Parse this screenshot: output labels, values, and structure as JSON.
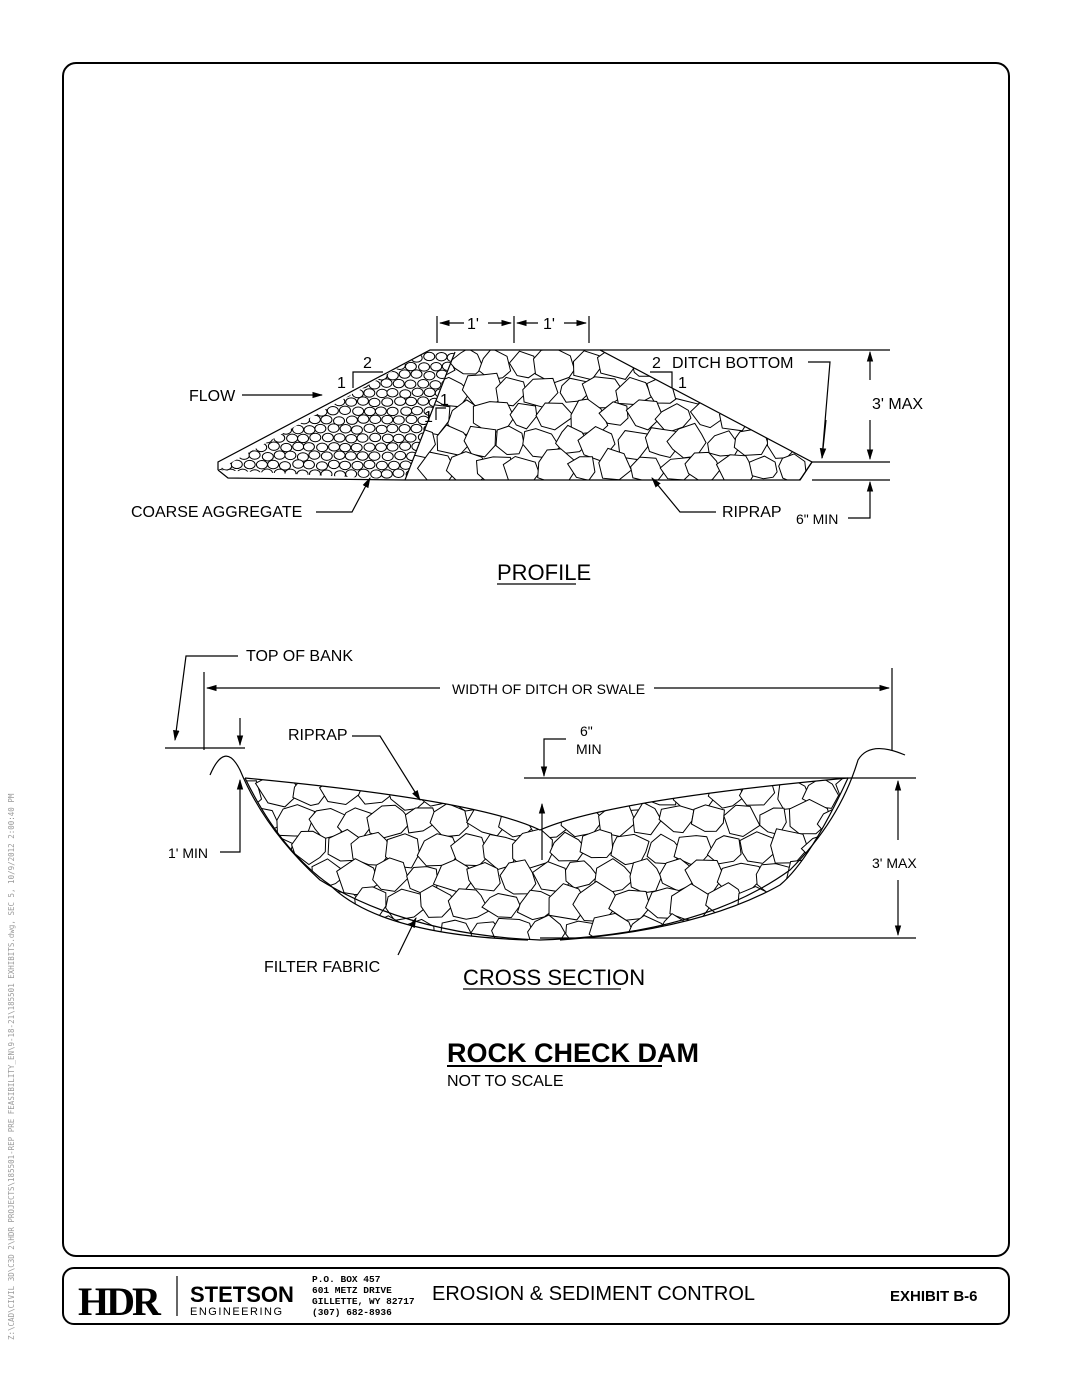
{
  "sidebar_path": "Z:\\CAD\\CIVIL 3D\\C3D 2\\HDR PROJECTS\\185501-REP PRE FEASIBILITY_EN\\9-18-21\\185501 EXHIBITS.dwg, SEC 5, 10/9/2012 2:00:40 PM",
  "profile": {
    "dim_left": "1'",
    "dim_right": "1'",
    "slope_left_run": "2",
    "slope_left_rise": "1",
    "slope_inner": "1",
    "slope_inner_rise": "1",
    "slope_right_run": "2",
    "slope_right_rise": "1",
    "flow": "FLOW",
    "ditch_bottom": "DITCH BOTTOM",
    "max_height": "3' MAX",
    "coarse_aggregate": "COARSE AGGREGATE",
    "riprap": "RIPRAP",
    "min_depth": "6\" MIN",
    "title": "PROFILE"
  },
  "cross_section": {
    "top_of_bank": "TOP OF BANK",
    "width": "WIDTH OF DITCH OR SWALE",
    "riprap": "RIPRAP",
    "six_inch": "6\"",
    "min": "MIN",
    "one_ft_min": "1' MIN",
    "max_height": "3' MAX",
    "filter_fabric": "FILTER FABRIC",
    "title": "CROSS SECTION"
  },
  "drawing": {
    "title": "ROCK CHECK DAM",
    "subtitle": "NOT TO SCALE"
  },
  "title_block": {
    "logo_hdr": "HDR",
    "logo_stetson": "STETSON",
    "logo_engineering": "ENGINEERING",
    "address": [
      "P.O. BOX 457",
      "601 METZ DRIVE",
      "GILLETTE, WY  82717",
      "(307) 682-8936"
    ],
    "sheet_title": "EROSION & SEDIMENT CONTROL",
    "exhibit": "EXHIBIT B-6"
  }
}
